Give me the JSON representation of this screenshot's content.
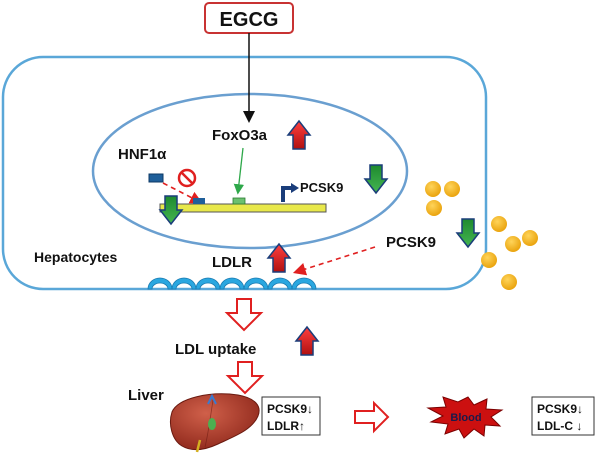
{
  "labels": {
    "egcg": "EGCG",
    "foxo3a": "FoxO3a",
    "hnf1a": "HNF1α",
    "pcsk9_gene": "PCSK9",
    "pcsk9_extracellular": "PCSK9",
    "hepatocytes": "Hepatocytes",
    "ldlr": "LDLR",
    "ldl_uptake": "LDL uptake",
    "liver": "Liver",
    "blood": "Blood"
  },
  "liver_box": {
    "line1": "PCSK9↓",
    "line2": "LDLR↑"
  },
  "blood_box": {
    "line1": "PCSK9↓",
    "line2": "LDL-C ↓"
  },
  "colors": {
    "up_arrow": "#d42020",
    "down_arrow": "#2e9a3a",
    "cell_border": "#5aa7d8",
    "nucleus_border": "#6a9fd0",
    "pcsk9_particle": "#f0b21a",
    "ldlr_receptor": "#2aa7e0",
    "egcg_border": "#c83232",
    "inhibit": "#e02020",
    "blood_burst": "#cc1010"
  },
  "icons": [
    "up-arrow-icon",
    "down-arrow-icon",
    "inhibit-icon",
    "liver-icon",
    "blood-burst-icon",
    "hollow-down-arrow-icon",
    "hollow-right-arrow-icon"
  ]
}
